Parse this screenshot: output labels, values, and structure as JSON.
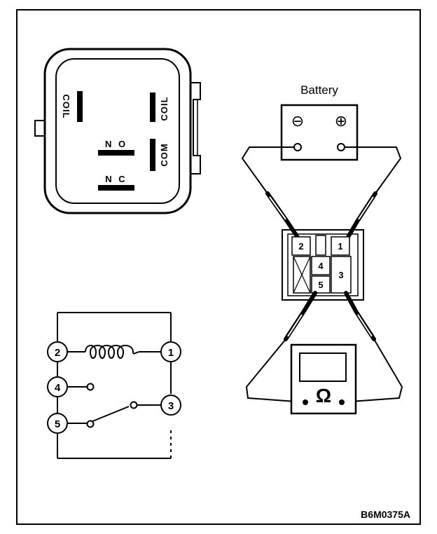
{
  "relay_face": {
    "terminals": [
      "COIL",
      "COIL",
      "N O",
      "COM",
      "N C"
    ]
  },
  "battery": {
    "label": "Battery",
    "negative": "⊖",
    "positive": "⊕"
  },
  "connector": {
    "pins": [
      "2",
      "1",
      "4",
      "3",
      "5"
    ]
  },
  "ohmmeter": {
    "symbol": "Ω"
  },
  "schematic": {
    "terminals": [
      "2",
      "1",
      "4",
      "3",
      "5"
    ]
  },
  "figure_code": "B6M0375A"
}
